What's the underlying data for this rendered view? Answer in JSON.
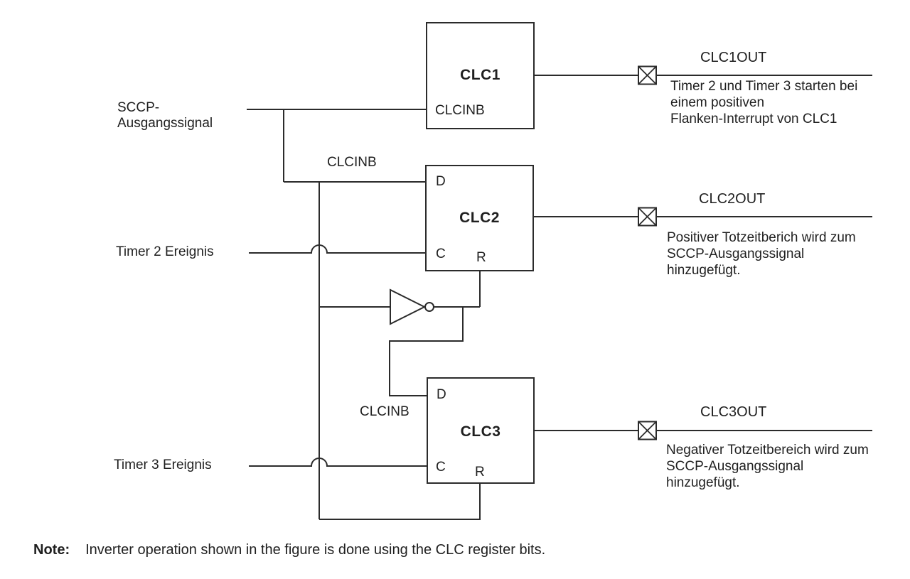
{
  "diagram": {
    "colors": {
      "line": "#2b2b2b",
      "text": "#1f1f1f",
      "background": "#ffffff"
    },
    "inputs": {
      "sccp_label_line1": "SCCP-",
      "sccp_label_line2": "Ausgangssignal",
      "timer2_label": "Timer 2 Ereignis",
      "timer3_label": "Timer 3 Ereignis",
      "clcinb_label_top": "CLCINB",
      "clcinb_label_bottom": "CLCINB"
    },
    "blocks": [
      {
        "id": "clc1",
        "title": "CLC1",
        "pin_clcinb": "CLCINB"
      },
      {
        "id": "clc2",
        "title": "CLC2",
        "pin_d": "D",
        "pin_c": "C",
        "pin_r": "R"
      },
      {
        "id": "clc3",
        "title": "CLC3",
        "pin_d": "D",
        "pin_c": "C",
        "pin_r": "R"
      }
    ],
    "outputs": [
      {
        "label": "CLC1OUT",
        "description": [
          "Timer 2 und Timer 3 starten bei",
          "einem positiven",
          "Flanken-Interrupt von CLC1"
        ]
      },
      {
        "label": "CLC2OUT",
        "description": [
          "Positiver Totzeitberich wird zum",
          "SCCP-Ausgangssignal",
          "hinzugefügt."
        ]
      },
      {
        "label": "CLC3OUT",
        "description": [
          "Negativer Totzeitbereich wird zum",
          "SCCP-Ausgangssignal",
          "hinzugefügt."
        ]
      }
    ],
    "note": {
      "label": "Note:",
      "text": "Inverter operation shown in the figure is done using the CLC register bits."
    }
  }
}
